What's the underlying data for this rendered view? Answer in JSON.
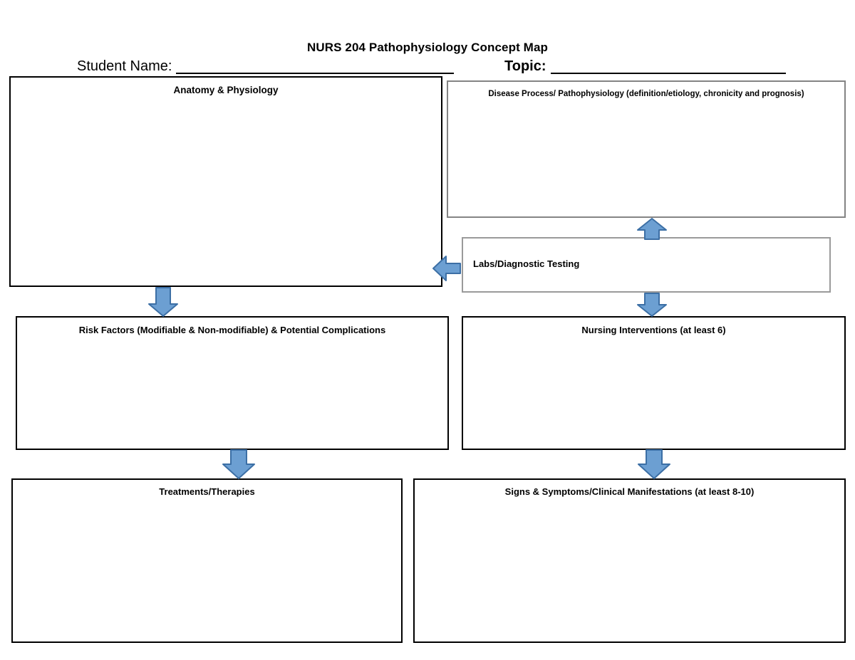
{
  "document": {
    "title": "NURS 204 Pathophysiology Concept Map"
  },
  "header": {
    "student_label": "Student Name:",
    "student_value": "",
    "topic_label": "Topic:",
    "topic_value": ""
  },
  "boxes": [
    {
      "id": "anatomy",
      "title": "Anatomy & Physiology",
      "content": ""
    },
    {
      "id": "disease",
      "title": "Disease Process/ Pathophysiology (definition/etiology, chronicity and prognosis)",
      "content": ""
    },
    {
      "id": "labs",
      "title": "Labs/Diagnostic Testing",
      "content": ""
    },
    {
      "id": "risk",
      "title": "Risk Factors (Modifiable & Non-modifiable) & Potential Complications",
      "content": ""
    },
    {
      "id": "nursing",
      "title": "Nursing Interventions (at least 6)",
      "content": ""
    },
    {
      "id": "treatments",
      "title": "Treatments/Therapies",
      "content": ""
    },
    {
      "id": "signs",
      "title": "Signs & Symptoms/Clinical Manifestations (at least 8-10)",
      "content": ""
    }
  ],
  "arrows": [
    {
      "id": "labs-to-disease",
      "direction": "up",
      "name": "arrow-up-labs-to-disease"
    },
    {
      "id": "labs-to-anatomy",
      "direction": "left",
      "name": "arrow-left-labs-to-anatomy"
    },
    {
      "id": "anatomy-to-risk",
      "direction": "down",
      "name": "arrow-down-anatomy-to-risk"
    },
    {
      "id": "labs-to-nursing",
      "direction": "down",
      "name": "arrow-down-labs-to-nursing"
    },
    {
      "id": "risk-to-treatments",
      "direction": "down",
      "name": "arrow-down-risk-to-treatments"
    },
    {
      "id": "nursing-to-signs",
      "direction": "down",
      "name": "arrow-down-nursing-to-signs"
    }
  ],
  "colors": {
    "arrow_fill": "#6C9FD2",
    "arrow_stroke": "#3C6FA5",
    "box_border": "#000000",
    "box_border_gray": "#8C8C8C",
    "page_background": "#FFFFFF",
    "text": "#000000"
  }
}
